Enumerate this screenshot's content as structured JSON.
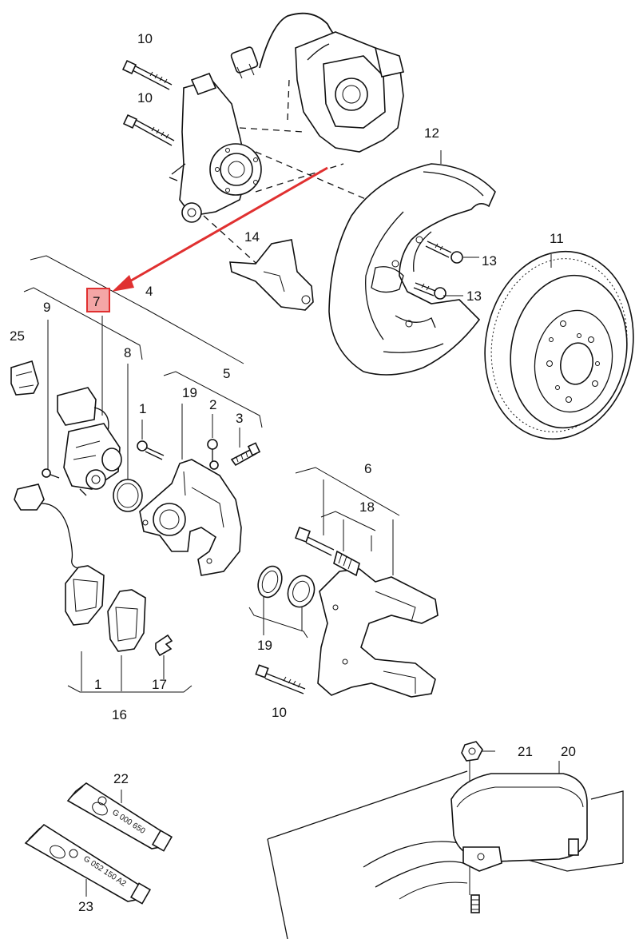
{
  "diagram": {
    "callouts": [
      {
        "id": "c10a",
        "label": "10"
      },
      {
        "id": "c10b",
        "label": "10"
      },
      {
        "id": "c12",
        "label": "12"
      },
      {
        "id": "c14",
        "label": "14"
      },
      {
        "id": "c11",
        "label": "11"
      },
      {
        "id": "c13a",
        "label": "13"
      },
      {
        "id": "c13b",
        "label": "13"
      },
      {
        "id": "c7",
        "label": "7"
      },
      {
        "id": "c4",
        "label": "4"
      },
      {
        "id": "c9",
        "label": "9"
      },
      {
        "id": "c25",
        "label": "25"
      },
      {
        "id": "c8",
        "label": "8"
      },
      {
        "id": "c5",
        "label": "5"
      },
      {
        "id": "c19a",
        "label": "19"
      },
      {
        "id": "c2",
        "label": "2"
      },
      {
        "id": "c1a",
        "label": "1"
      },
      {
        "id": "c3",
        "label": "3"
      },
      {
        "id": "c6",
        "label": "6"
      },
      {
        "id": "c18",
        "label": "18"
      },
      {
        "id": "c1b",
        "label": "1"
      },
      {
        "id": "c17",
        "label": "17"
      },
      {
        "id": "c16",
        "label": "16"
      },
      {
        "id": "c19b",
        "label": "19"
      },
      {
        "id": "c10c",
        "label": "10"
      },
      {
        "id": "c21",
        "label": "21"
      },
      {
        "id": "c20",
        "label": "20"
      },
      {
        "id": "c22",
        "label": "22"
      },
      {
        "id": "c23",
        "label": "23"
      }
    ],
    "tube_labels": {
      "tube22": "G 000 650",
      "tube23": "G 052 150 A2"
    },
    "highlight": {
      "label_ref": "7",
      "color": "#e03030",
      "fill": "#f4a6a6"
    }
  }
}
